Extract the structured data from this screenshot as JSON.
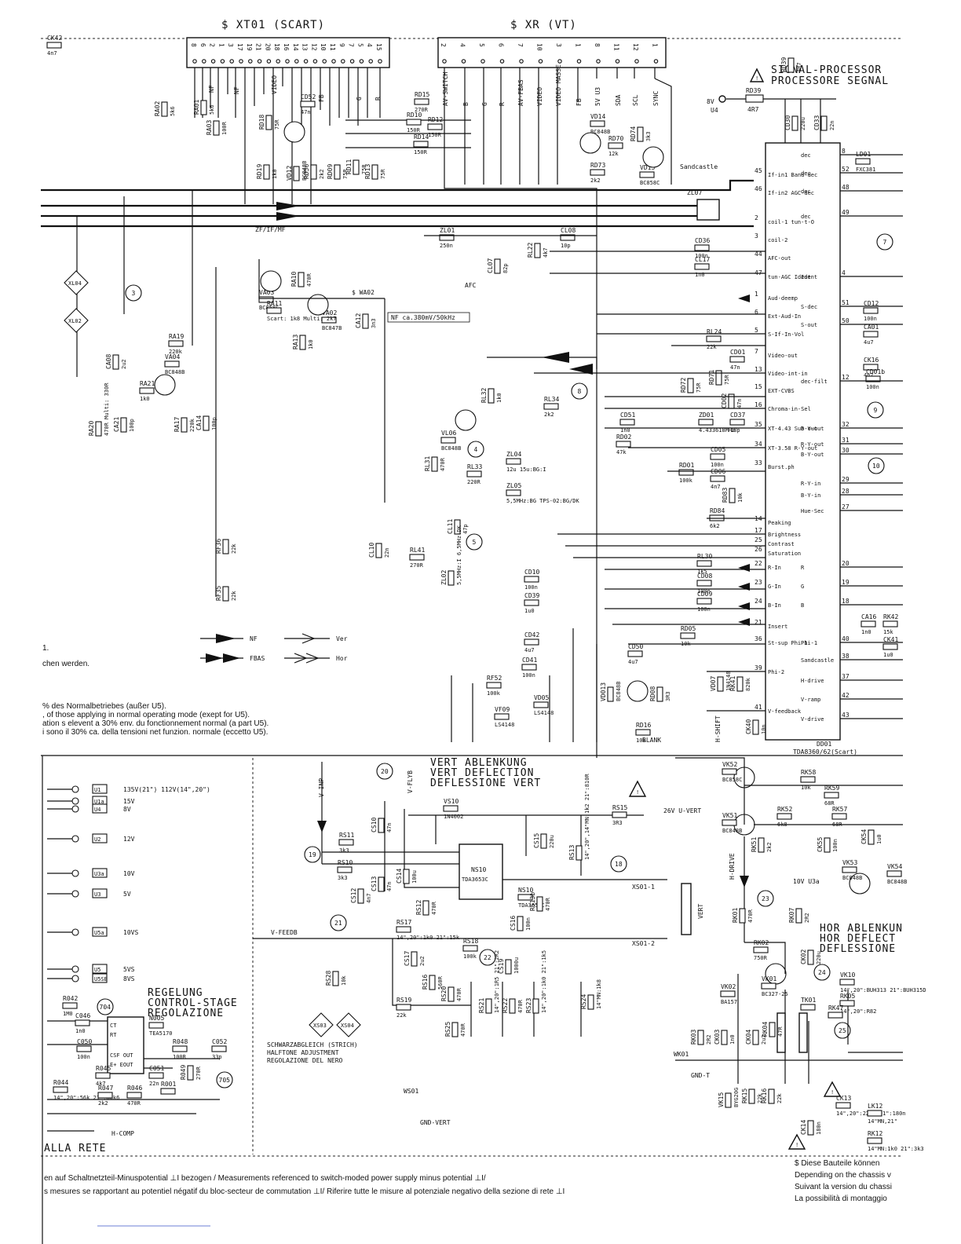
{
  "headers": {
    "scart": "$ XT01 (SCART)",
    "vt": "$ XR (VT)",
    "signal_processor": [
      "SIGNAL-PROCESSOR",
      "PROCESSORE SEGNAL"
    ],
    "vert": [
      "VERT ABLENKUNG",
      "VERT DEFLECTION",
      "DEFLESSIONE VERT"
    ],
    "hor": [
      "HOR ABLENKUN",
      "HOR DEFLECT",
      "DEFLESSIONE"
    ],
    "regelung": [
      "REGELUNG",
      "CONTROL-STAGE",
      "REGOLAZIONE"
    ],
    "schwarz": [
      "SCHWARZABGLEICH (STRICH)",
      "HALFTONE ADJUSTMENT",
      "REGOLAZIONE DEL NERO"
    ],
    "alla_rete": "ALLA RETE"
  },
  "scart_pins": [
    "8",
    "6",
    "2",
    "1",
    "3",
    "17",
    "19",
    "21",
    "20",
    "18",
    "16",
    "14",
    "13",
    "12",
    "10",
    "11",
    "9",
    "7",
    "5",
    "4",
    "15"
  ],
  "vt_pins": [
    "2",
    "4",
    "5",
    "6",
    "7",
    "10",
    "3",
    "1",
    "8",
    "11",
    "12",
    "1"
  ],
  "vt_labels": [
    "AV-SWITCH",
    "B",
    "G",
    "R",
    "AV-FBAS",
    "VIDEO",
    "VIDEO MASSE",
    "FB",
    "5V U3",
    "SDA",
    "SCL",
    "SYNC"
  ],
  "scart_labels": [
    "NF",
    "VIDEO",
    "FB",
    "G",
    "R",
    "NF"
  ],
  "ic_name": "DD01",
  "ic_type": "TDA8360/62(Scart)",
  "ic_left_pins": [
    {
      "num": "45",
      "name": "If-in1 Band-dec"
    },
    {
      "num": "46",
      "name": "If-in2 AGC-dec"
    },
    {
      "num": "2",
      "name": "coil-1  tun-t-O"
    },
    {
      "num": "3",
      "name": "coil-2"
    },
    {
      "num": "44",
      "name": "AFC-out"
    },
    {
      "num": "47",
      "name": "tun-AGC  Ident"
    },
    {
      "num": "1",
      "name": "Aud-deemp"
    },
    {
      "num": "6",
      "name": "Ext-Aud-In"
    },
    {
      "num": "5",
      "name": "S-If-In-Vol"
    },
    {
      "num": "7",
      "name": "Video-out"
    },
    {
      "num": "13",
      "name": "Video-int-in"
    },
    {
      "num": "15",
      "name": "EXT-CVBS"
    },
    {
      "num": "16",
      "name": "Chroma-in-Sel"
    },
    {
      "num": "35",
      "name": "XT-4.43 Sub-out"
    },
    {
      "num": "34",
      "name": "XT-3.58 R-Y-out"
    },
    {
      "num": "33",
      "name": "Burst.ph"
    },
    {
      "num": "14",
      "name": "Peaking"
    },
    {
      "num": "17",
      "name": "Brightness"
    },
    {
      "num": "25",
      "name": "Contrast"
    },
    {
      "num": "26",
      "name": "Saturation"
    },
    {
      "num": "22",
      "name": "R-In"
    },
    {
      "num": "23",
      "name": "G-In"
    },
    {
      "num": "24",
      "name": "B-In"
    },
    {
      "num": "21",
      "name": "Insert"
    },
    {
      "num": "36",
      "name": "St-sup  Phi-1"
    },
    {
      "num": "39",
      "name": "Phi-2"
    },
    {
      "num": "41",
      "name": "V-feedback"
    }
  ],
  "ic_right_pins": [
    {
      "num": "8",
      "name": "dec"
    },
    {
      "num": "52",
      "name": "dec"
    },
    {
      "num": "48",
      "name": "dec"
    },
    {
      "num": "49",
      "name": "dec"
    },
    {
      "num": "4",
      "name": "Ident"
    },
    {
      "num": "51",
      "name": "S-dec"
    },
    {
      "num": "50",
      "name": "S-out"
    },
    {
      "num": "12",
      "name": "dec-filt"
    },
    {
      "num": "32",
      "name": "B-Y-out"
    },
    {
      "num": "31",
      "name": "R-Y-out"
    },
    {
      "num": "30",
      "name": "B-Y-out"
    },
    {
      "num": "29",
      "name": "R-Y-in"
    },
    {
      "num": "28",
      "name": "B-Y-in"
    },
    {
      "num": "27",
      "name": "Hue-Sec"
    },
    {
      "num": "20",
      "name": "R"
    },
    {
      "num": "19",
      "name": "G"
    },
    {
      "num": "18",
      "name": "B"
    },
    {
      "num": "40",
      "name": "Phi-1"
    },
    {
      "num": "38",
      "name": "Sandcastle"
    },
    {
      "num": "37",
      "name": "H-drive"
    },
    {
      "num": "42",
      "name": "V-ramp"
    },
    {
      "num": "43",
      "name": "V-drive"
    }
  ],
  "supply_rails": [
    {
      "box": "U1",
      "value": "135V(21\")  112V(14\",20\")"
    },
    {
      "box": "U1a",
      "value": "15V"
    },
    {
      "box": "U4",
      "value": "8V"
    },
    {
      "box": "U2",
      "value": "12V"
    },
    {
      "box": "U3a",
      "value": "10V"
    },
    {
      "box": "U3",
      "value": "5V"
    },
    {
      "box": "U5a",
      "value": "10VS"
    },
    {
      "box": "U5",
      "value": "5VS"
    },
    {
      "box": "U5SB",
      "value": "8VS"
    }
  ],
  "components_top": [
    {
      "ref": "RA02",
      "val": "5k6"
    },
    {
      "ref": "RA01",
      "val": "5k6"
    },
    {
      "ref": "RA03",
      "val": "100R"
    },
    {
      "ref": "RD18",
      "val": "75R"
    },
    {
      "ref": "CD52",
      "val": "47n"
    },
    {
      "ref": "VD12",
      "val": "BC848B"
    },
    {
      "ref": "RD15",
      "val": "270R"
    },
    {
      "ref": "RD10",
      "val": "150R"
    },
    {
      "ref": "RD12",
      "val": "150R"
    },
    {
      "ref": "RD14",
      "val": "150R"
    },
    {
      "ref": "RD09",
      "val": "75R"
    },
    {
      "ref": "RD11",
      "val": "75R"
    },
    {
      "ref": "RD13",
      "val": "75R"
    },
    {
      "ref": "RD19",
      "val": "1k0"
    },
    {
      "ref": "RD56",
      "val": "2k2"
    },
    {
      "ref": "VD14",
      "val": "BC848B"
    },
    {
      "ref": "RD70",
      "val": "12k"
    },
    {
      "ref": "RD74",
      "val": "3k3"
    },
    {
      "ref": "RD73",
      "val": "2k2"
    },
    {
      "ref": "VD13",
      "val": "BC858C"
    },
    {
      "ref": "RD39",
      "val": "4R7"
    },
    {
      "ref": "CD30",
      "val": "220u"
    },
    {
      "ref": "CD33",
      "val": "22n"
    },
    {
      "ref": "LD01",
      "val": "FXC381"
    }
  ],
  "components_mid": [
    {
      "ref": "VA03",
      "val": "BC858C"
    },
    {
      "ref": "RA10",
      "val": "470R"
    },
    {
      "ref": "VA02",
      "val": "BC847B"
    },
    {
      "ref": "RA11",
      "val": "Scart: 1k8  Multi: 2k7"
    },
    {
      "ref": "RA13",
      "val": "1k0"
    },
    {
      "ref": "CA12",
      "val": "3n3"
    },
    {
      "ref": "ZL01",
      "val": "250n"
    },
    {
      "ref": "CL07",
      "val": "82p"
    },
    {
      "ref": "RL22",
      "val": "4k7"
    },
    {
      "ref": "CL08",
      "val": "10p"
    },
    {
      "ref": "CD36",
      "val": "100n"
    },
    {
      "ref": "CL17",
      "val": "1n0"
    },
    {
      "ref": "RL24",
      "val": "22k"
    },
    {
      "ref": "CD01",
      "val": "47n"
    },
    {
      "ref": "RD72",
      "val": "75R"
    },
    {
      "ref": "RD71",
      "val": "75R"
    },
    {
      "ref": "CD02",
      "val": "47n"
    },
    {
      "ref": "VL06",
      "val": "BC848B"
    },
    {
      "ref": "RL32",
      "val": "1k0"
    },
    {
      "ref": "RL34",
      "val": "2k2"
    },
    {
      "ref": "RL31",
      "val": "470R"
    },
    {
      "ref": "RL33",
      "val": "220R"
    },
    {
      "ref": "ZL04",
      "val": "12u 15u:BG:I"
    },
    {
      "ref": "ZL05",
      "val": "5,5MHz:BG TPS-02:BG/DK"
    },
    {
      "ref": "CD51",
      "val": "1n0"
    },
    {
      "ref": "ZD01",
      "val": "4.433618MHz"
    },
    {
      "ref": "CD37",
      "val": "18p"
    },
    {
      "ref": "RD02",
      "val": "47k"
    },
    {
      "ref": "RD01",
      "val": "100k"
    },
    {
      "ref": "CD05",
      "val": "100n"
    },
    {
      "ref": "CD06",
      "val": "4n7"
    },
    {
      "ref": "RD83",
      "val": "10k"
    },
    {
      "ref": "RD84",
      "val": "6k2"
    },
    {
      "ref": "CA08",
      "val": "2u2"
    },
    {
      "ref": "RA19",
      "val": "220k"
    },
    {
      "ref": "VA04",
      "val": "BC848B"
    },
    {
      "ref": "RA21",
      "val": "1k0"
    },
    {
      "ref": "RA20",
      "val": "470R Multi: 330R"
    },
    {
      "ref": "CA21",
      "val": "100p"
    },
    {
      "ref": "RA17",
      "val": "220k"
    },
    {
      "ref": "CA14",
      "val": "100p"
    },
    {
      "ref": "RF36",
      "val": "22k"
    },
    {
      "ref": "RF35",
      "val": "22k"
    },
    {
      "ref": "CL10",
      "val": "22n"
    },
    {
      "ref": "CL11",
      "val": "47p"
    },
    {
      "ref": "RL41",
      "val": "270R"
    },
    {
      "ref": "ZL02",
      "val": "5,5MHz:I 6,5MHz:DK"
    },
    {
      "ref": "RL30",
      "val": "1k5"
    },
    {
      "ref": "CD08",
      "val": "100n"
    },
    {
      "ref": "CD09",
      "val": "100n"
    },
    {
      "ref": "CD10",
      "val": "100n"
    },
    {
      "ref": "CD39",
      "val": "1u0"
    },
    {
      "ref": "CD42",
      "val": "4u7"
    },
    {
      "ref": "CD41",
      "val": "100n"
    },
    {
      "ref": "RF52",
      "val": "100k"
    },
    {
      "ref": "VF09",
      "val": "LS4148"
    },
    {
      "ref": "VD05",
      "val": "LS4148"
    },
    {
      "ref": "RD05",
      "val": "10k"
    },
    {
      "ref": "CD50",
      "val": "4u7"
    },
    {
      "ref": "VD013",
      "val": "BC848B"
    },
    {
      "ref": "RD08",
      "val": "3R3"
    },
    {
      "ref": "RD16",
      "val": "10k"
    },
    {
      "ref": "VD07",
      "val": "1N4148"
    },
    {
      "ref": "RK41",
      "val": "820k"
    },
    {
      "ref": "CK40",
      "val": "10n"
    },
    {
      "ref": "CK16",
      "val": "4n7"
    },
    {
      "ref": "CD01b",
      "val": "100n"
    },
    {
      "ref": "CD12",
      "val": "100n"
    },
    {
      "ref": "CA01",
      "val": "4u7"
    },
    {
      "ref": "CA16",
      "val": "1n0"
    },
    {
      "ref": "RK42",
      "val": "15k"
    },
    {
      "ref": "CK41",
      "val": "1u0"
    },
    {
      "ref": "CK42",
      "val": "4n7"
    }
  ],
  "components_vert": [
    {
      "ref": "VS10",
      "val": "1N4002"
    },
    {
      "ref": "RS15",
      "val": "3R3"
    },
    {
      "ref": "CS15",
      "val": "220u"
    },
    {
      "ref": "RS11",
      "val": "3k3"
    },
    {
      "ref": "RS10",
      "val": "3k3"
    },
    {
      "ref": "CS12",
      "val": "4n7"
    },
    {
      "ref": "CS13",
      "val": "47n"
    },
    {
      "ref": "CS10",
      "val": "47n"
    },
    {
      "ref": "CS14",
      "val": "100u"
    },
    {
      "ref": "NS10",
      "val": "TDA3653C"
    },
    {
      "ref": "RS13",
      "val": "14\",20\",14\"MN:1k2 21\":810R"
    },
    {
      "ref": "RS12",
      "val": "470R"
    },
    {
      "ref": "RS13b",
      "val": "470R"
    },
    {
      "ref": "CS16",
      "val": "100n"
    },
    {
      "ref": "RS17",
      "val": "14\",20\":1k0 21\":15k"
    },
    {
      "ref": "RS18",
      "val": "100k"
    },
    {
      "ref": "CS17",
      "val": "2u2"
    },
    {
      "ref": "RS16",
      "val": "560R"
    },
    {
      "ref": "RS19",
      "val": "22k"
    },
    {
      "ref": "RS20",
      "val": "470R"
    },
    {
      "ref": "CS19",
      "val": "1000u"
    },
    {
      "ref": "RS21",
      "val": "14\",20\":1R5 21\":2R2"
    },
    {
      "ref": "RS22",
      "val": "470R"
    },
    {
      "ref": "RS23",
      "val": "14\",20\":1k0 21\":1k5"
    },
    {
      "ref": "RS24",
      "val": "14\"MN:1k8"
    },
    {
      "ref": "RS25",
      "val": "470R"
    },
    {
      "ref": "RS28",
      "val": "10k"
    }
  ],
  "components_hor": [
    {
      "ref": "VK52",
      "val": "BC858C"
    },
    {
      "ref": "RK58",
      "val": "10k"
    },
    {
      "ref": "RK59",
      "val": "68R"
    },
    {
      "ref": "VK51",
      "val": "BC848B"
    },
    {
      "ref": "RK52",
      "val": "6k8"
    },
    {
      "ref": "RK57",
      "val": "68R"
    },
    {
      "ref": "RK51",
      "val": "2k2"
    },
    {
      "ref": "CK55",
      "val": "100n"
    },
    {
      "ref": "CK54",
      "val": "1u0"
    },
    {
      "ref": "VK53",
      "val": "BC848B"
    },
    {
      "ref": "VK54",
      "val": "BC848B"
    },
    {
      "ref": "RK01",
      "val": "470R"
    },
    {
      "ref": "RK07",
      "val": "2R2"
    },
    {
      "ref": "RK02",
      "val": "750R"
    },
    {
      "ref": "CK02",
      "val": "220u"
    },
    {
      "ref": "VK01",
      "val": "BC327-25"
    },
    {
      "ref": "VK02",
      "val": "BA157"
    },
    {
      "ref": "RK03",
      "val": "2R2"
    },
    {
      "ref": "CK03",
      "val": "1n0"
    },
    {
      "ref": "CK04",
      "val": "2u2"
    },
    {
      "ref": "RK04",
      "val": "47R"
    },
    {
      "ref": "TK01",
      "val": ""
    },
    {
      "ref": "RK05",
      "val": "14\",20\":R82"
    },
    {
      "ref": "RK47",
      "val": ""
    },
    {
      "ref": "VK10",
      "val": "14\",20\":BUH313 21\":BUH315D"
    },
    {
      "ref": "VK15",
      "val": "BYG20G"
    },
    {
      "ref": "RK15",
      "val": "22k"
    },
    {
      "ref": "RK16",
      "val": "22k"
    },
    {
      "ref": "CK13",
      "val": "14\",20\":220n 21\":180n"
    },
    {
      "ref": "CK14",
      "val": "180n"
    },
    {
      "ref": "LK12",
      "val": "14\"MN,21\""
    },
    {
      "ref": "RK12",
      "val": "14\"MN:1k0 21\":3k3"
    }
  ],
  "components_reg": [
    {
      "ref": "R042",
      "val": "1M0"
    },
    {
      "ref": "C046",
      "val": "1n0"
    },
    {
      "ref": "N005",
      "val": "TEA5170"
    },
    {
      "ref": "C050",
      "val": "100n"
    },
    {
      "ref": "R048",
      "val": "100R"
    },
    {
      "ref": "C052",
      "val": "33p"
    },
    {
      "ref": "R045",
      "val": "4k7"
    },
    {
      "ref": "C051",
      "val": "22n"
    },
    {
      "ref": "R044",
      "val": "14\",20\":56k 21\":80k6"
    },
    {
      "ref": "R047",
      "val": "2k2"
    },
    {
      "ref": "R046",
      "val": "470R"
    },
    {
      "ref": "R001",
      "val": ""
    },
    {
      "ref": "R049",
      "val": "270R"
    }
  ],
  "circle_tags": [
    "7",
    "3",
    "8",
    "9",
    "4",
    "10",
    "5",
    "20",
    "19",
    "18",
    "21",
    "22",
    "23",
    "24",
    "25",
    "704",
    "705"
  ],
  "diamond_tags": [
    "XL04",
    "XL02",
    "XS03",
    "XS04"
  ],
  "net_labels": {
    "zf": "ZF/IF/MF",
    "nf_note": "NF ca.380mV/50kHz",
    "afc": "AFC",
    "sandcastle": "Sandcastle",
    "v_inp": "V-INP",
    "v_flyb": "V-FLYB",
    "v_feedb": "V-FEEDB",
    "h_drive": "H-DRIVE",
    "h_shift": "H-SHIFT",
    "blank": "BLANK",
    "gnd_t": "GND-T",
    "gnd_vert": "GND-VERT",
    "u_vert": "26V U-VERT",
    "h_comp": "H-COMP",
    "vert_coil": "VERT",
    "xs01_1": "XS01-1",
    "xs01_2": "XS01-2",
    "wk01": "WK01",
    "ws01": "WS01",
    "u4_8v": "U4 8V",
    "v10_u3a": "10V U3a",
    "sa": "$ WA02"
  },
  "legend": [
    {
      "symbol": "single-arrow",
      "label": "NF"
    },
    {
      "symbol": "double-arrow",
      "label": "FBAS"
    },
    {
      "symbol": "open-arrow",
      "label": "Ver"
    },
    {
      "symbol": "open-double-arrow",
      "label": "Hor"
    }
  ],
  "notes_left": [
    "1.",
    "chen werden.",
    "% des Normalbetriebes (außer U5).",
    ", of those applying in normal operating mode (exept for U5).",
    "ation s elevent a 30% env. du fonctionnement normal (a part U5).",
    "i sono il 30% ca. della tensioni net funzion. normale (eccetto U5)."
  ],
  "notes_bottom": [
    "en auf Schaltnetzteil-Minuspotential ⊥I bezogen / Measurements referenced to switch-moded power supply minus potential ⊥I/",
    "s mesures se rapportant au potentiel négatif du bloc-secteur de commutation ⊥I/ Riferire tutte le misure al potenziale negativo della sezione di rete ⊥I"
  ],
  "notes_right": [
    "$   Diese Bauteile können",
    "Depending on the chassis v",
    "Suivant la version du chassi",
    "La possibilità di montaggio"
  ]
}
